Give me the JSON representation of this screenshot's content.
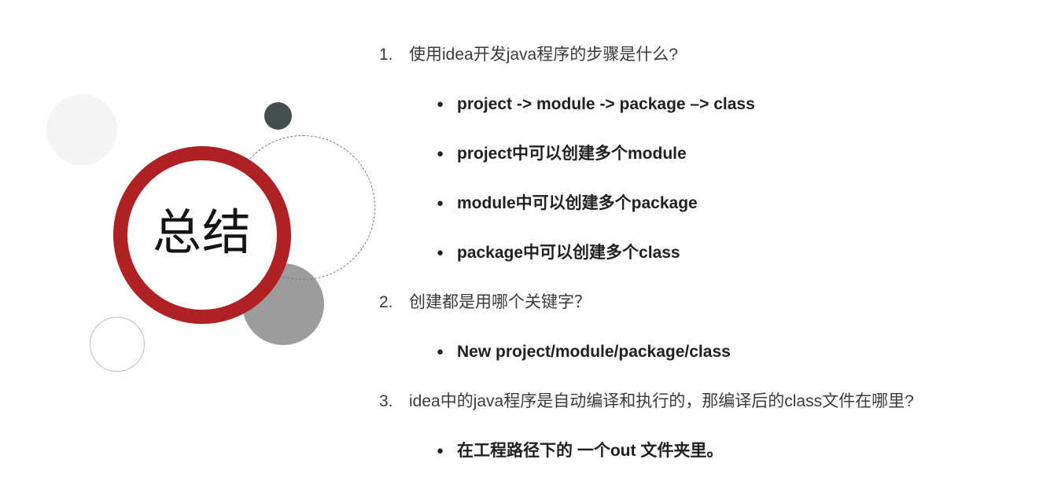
{
  "slide": {
    "badge": {
      "label": "总结"
    },
    "bullet_glyph": "●",
    "items": [
      {
        "number": "1.",
        "text": "使用idea开发java程序的步骤是什么?",
        "bullets": [
          "project -> module -> package –> class",
          "project中可以创建多个module",
          "module中可以创建多个package",
          "package中可以创建多个class"
        ]
      },
      {
        "number": "2.",
        "text": "创建都是用哪个关键字？",
        "bullets": [
          "New project/module/package/class"
        ]
      },
      {
        "number": "3.",
        "text": "idea中的java程序是自动编译和执行的，那编译后的class文件在哪里?",
        "bullets": [
          "在工程路径下的 一个out 文件夹里。"
        ]
      }
    ]
  },
  "colors": {
    "accent_red": "#b02124",
    "dark_circle": "#454e4e",
    "gray_circle": "#9c9c9c",
    "light_circle": "#f4f4f4",
    "outline_circle": "#bdbdbd",
    "dashed_circle": "#7a7a7a",
    "heading_text": "#3a3a3a",
    "bullet_text": "#202020",
    "badge_text": "#141414"
  }
}
